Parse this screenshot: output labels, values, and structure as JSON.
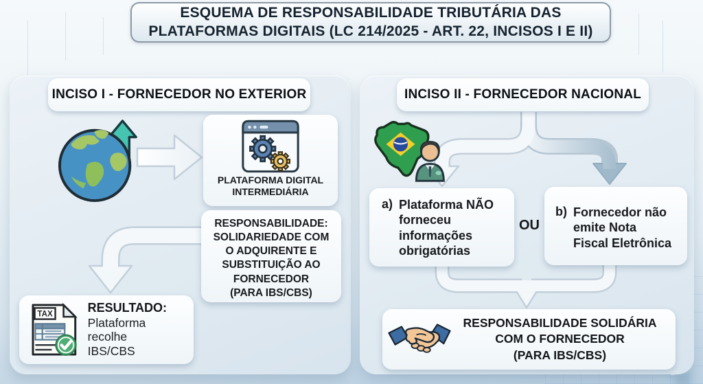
{
  "title": {
    "line1": "ESQUEMA DE RESPONSABILIDADE TRIBUTÁRIA DAS",
    "line2": "PLATAFORMAS DIGITAIS (LC 214/2025 - ART. 22, INCISOS I E II)"
  },
  "inciso1": {
    "header": "INCISO I - FORNECEDOR NO EXTERIOR",
    "platform_box": {
      "label_line1": "PLATAFORMA DIGITAL",
      "label_line2": "INTERMEDIÁRIA"
    },
    "responsibility_box": {
      "lines": [
        "RESPONSABILIDADE:",
        "SOLIDARIEDADE COM",
        "O ADQUIRENTE E",
        "SUBSTITUIÇÃO AO",
        "FORNECEDOR",
        "(PARA IBS/CBS)"
      ]
    },
    "result_box": {
      "heading": "RESULTADO:",
      "line1": "Plataforma recolhe",
      "line2": "IBS/CBS",
      "tax_label": "TAX"
    }
  },
  "inciso2": {
    "header": "INCISO II - FORNECEDOR NACIONAL",
    "option_a": {
      "prefix": "a)",
      "lines": [
        "Plataforma NÃO",
        "forneceu",
        "informações",
        "obrigatórias"
      ]
    },
    "or_label": "OU",
    "option_b": {
      "prefix": "b)",
      "lines": [
        "Fornecedor não",
        "emite Nota",
        "Fiscal Eletrônica"
      ]
    },
    "result_box": {
      "lines": [
        "RESPONSABILIDADE SOLIDÁRIA",
        "COM O FORNECEDOR",
        "(PARA IBS/CBS)"
      ]
    }
  },
  "icons": {
    "globe": "globe-with-up-arrow",
    "platform": "browser-window-with-gears",
    "tax_document": "tax-document-with-check",
    "brazil": "brazil-map-with-person",
    "handshake": "handshake"
  },
  "colors": {
    "title_text": "#15222e",
    "panel_bg": "#e4edf3",
    "box_bg": "#fbfdfe",
    "arrow_outline": "#c2cfda",
    "arrow_fill_dark": "#9fb8ca",
    "teal_arrow": "#47c3b2",
    "globe_ocean": "#4792c5",
    "globe_land": "#9fc561",
    "gear_blue": "#5b82b4",
    "gear_yellow": "#eac266",
    "check_green": "#4fae73",
    "brazil_green": "#2f9e4f",
    "flag_yellow": "#f2cf2c",
    "flag_blue": "#274a9e",
    "sleeve_blue": "#3d6ca3",
    "hand_skin": "#f2c697"
  }
}
